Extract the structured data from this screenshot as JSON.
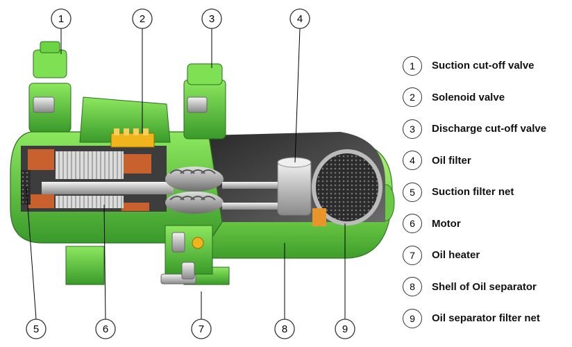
{
  "callouts": [
    {
      "number": "1",
      "label": "Suction cut-off valve"
    },
    {
      "number": "2",
      "label": "Solenoid valve"
    },
    {
      "number": "3",
      "label": "Discharge cut-off valve"
    },
    {
      "number": "4",
      "label": "Oil filter"
    },
    {
      "number": "5",
      "label": "Suction filter net"
    },
    {
      "number": "6",
      "label": "Motor"
    },
    {
      "number": "7",
      "label": "Oil heater"
    },
    {
      "number": "8",
      "label": "Shell of Oil separator"
    },
    {
      "number": "9",
      "label": "Oil separator filter net"
    }
  ],
  "colors": {
    "body_green": "#5fd64a",
    "dark_green": "#2f8a24",
    "shell_green": "#8fe85a",
    "interior_dark": "#3a3a3a",
    "motor_copper": "#c8612e",
    "filter_gray": "#d9d9d9",
    "solenoid_yellow": "#f0b41c"
  }
}
